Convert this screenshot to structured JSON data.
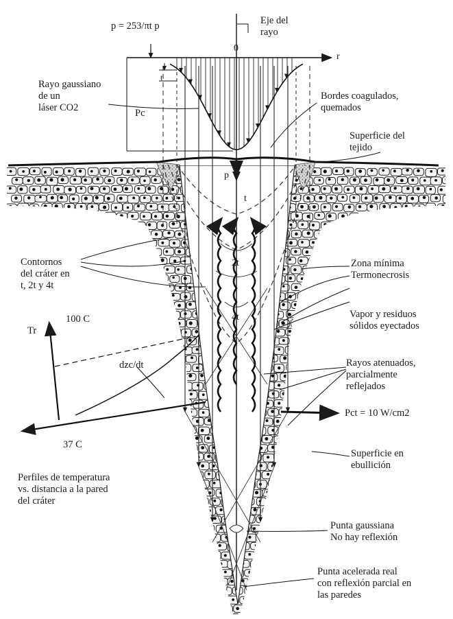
{
  "formula": "p = 253/πt p",
  "labels": {
    "axis_ray": "Eje del\nrayo",
    "origin": "0",
    "r_axis": "r",
    "gaussian_ray": "Rayo gaussiano\nde un\nláser CO2",
    "t_small": "t",
    "pc": "Pc",
    "coag_edges": "Bordes coagulados,\nquemados",
    "tissue_surface": "Superficie del\ntejido",
    "p_symbol": "p",
    "t_mark": "t",
    "two_t": "2t",
    "four_t": "4t",
    "crater_contours": "Contornos\ndel cráter en\nt, 2t y 4t",
    "min_zone": "Zona mínima\nTermonecrosis",
    "vapor": "Vapor y residuos\nsólidos eyectados",
    "tr": "Tr",
    "temp_100": "100 C",
    "dzc": "dzc/dt",
    "attenuated": "Rayos atenuados,\nparcialmente\nreflejados",
    "pct": "Pct = 10 W/cm2",
    "temp_37": "37 C",
    "profiles": "Perfiles de temperatura\nvs. distancia a la pared\ndel cráter",
    "boiling": "Superficie en\nebullición",
    "gauss_tip": "Punta gaussiana\nNo hay reflexión",
    "real_tip": "Punta acelerada real\ncon reflexión parcial en\nlas paredes"
  },
  "colors": {
    "ink": "#1a1a1a",
    "paper": "#ffffff",
    "cell": "#f4f4f4",
    "hatch": "#cfcfcf"
  }
}
